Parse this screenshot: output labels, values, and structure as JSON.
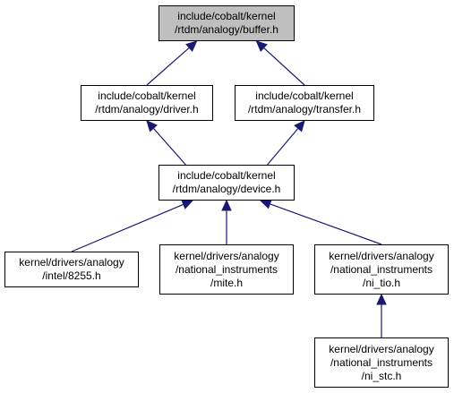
{
  "colors": {
    "edge": "#191970",
    "current_fill": "#bfbfbf",
    "node_fill": "#ffffff",
    "border": "#000000"
  },
  "nodes": {
    "buffer": {
      "line1": "include/cobalt/kernel",
      "line2": "/rtdm/analogy/buffer.h"
    },
    "driver": {
      "line1": "include/cobalt/kernel",
      "line2": "/rtdm/analogy/driver.h"
    },
    "transfer": {
      "line1": "include/cobalt/kernel",
      "line2": "/rtdm/analogy/transfer.h"
    },
    "device": {
      "line1": "include/cobalt/kernel",
      "line2": "/rtdm/analogy/device.h"
    },
    "intel8255": {
      "line1": "kernel/drivers/analogy",
      "line2": "/intel/8255.h"
    },
    "mite": {
      "line1": "kernel/drivers/analogy",
      "line2": "/national_instruments",
      "line3": "/mite.h"
    },
    "ni_tio": {
      "line1": "kernel/drivers/analogy",
      "line2": "/national_instruments",
      "line3": "/ni_tio.h"
    },
    "ni_stc": {
      "line1": "kernel/drivers/analogy",
      "line2": "/national_instruments",
      "line3": "/ni_stc.h"
    }
  },
  "edges": [
    {
      "from": "driver",
      "to": "buffer"
    },
    {
      "from": "transfer",
      "to": "buffer"
    },
    {
      "from": "device",
      "to": "driver"
    },
    {
      "from": "device",
      "to": "transfer"
    },
    {
      "from": "intel8255",
      "to": "device"
    },
    {
      "from": "mite",
      "to": "device"
    },
    {
      "from": "ni_tio",
      "to": "device"
    },
    {
      "from": "ni_stc",
      "to": "ni_tio"
    }
  ]
}
